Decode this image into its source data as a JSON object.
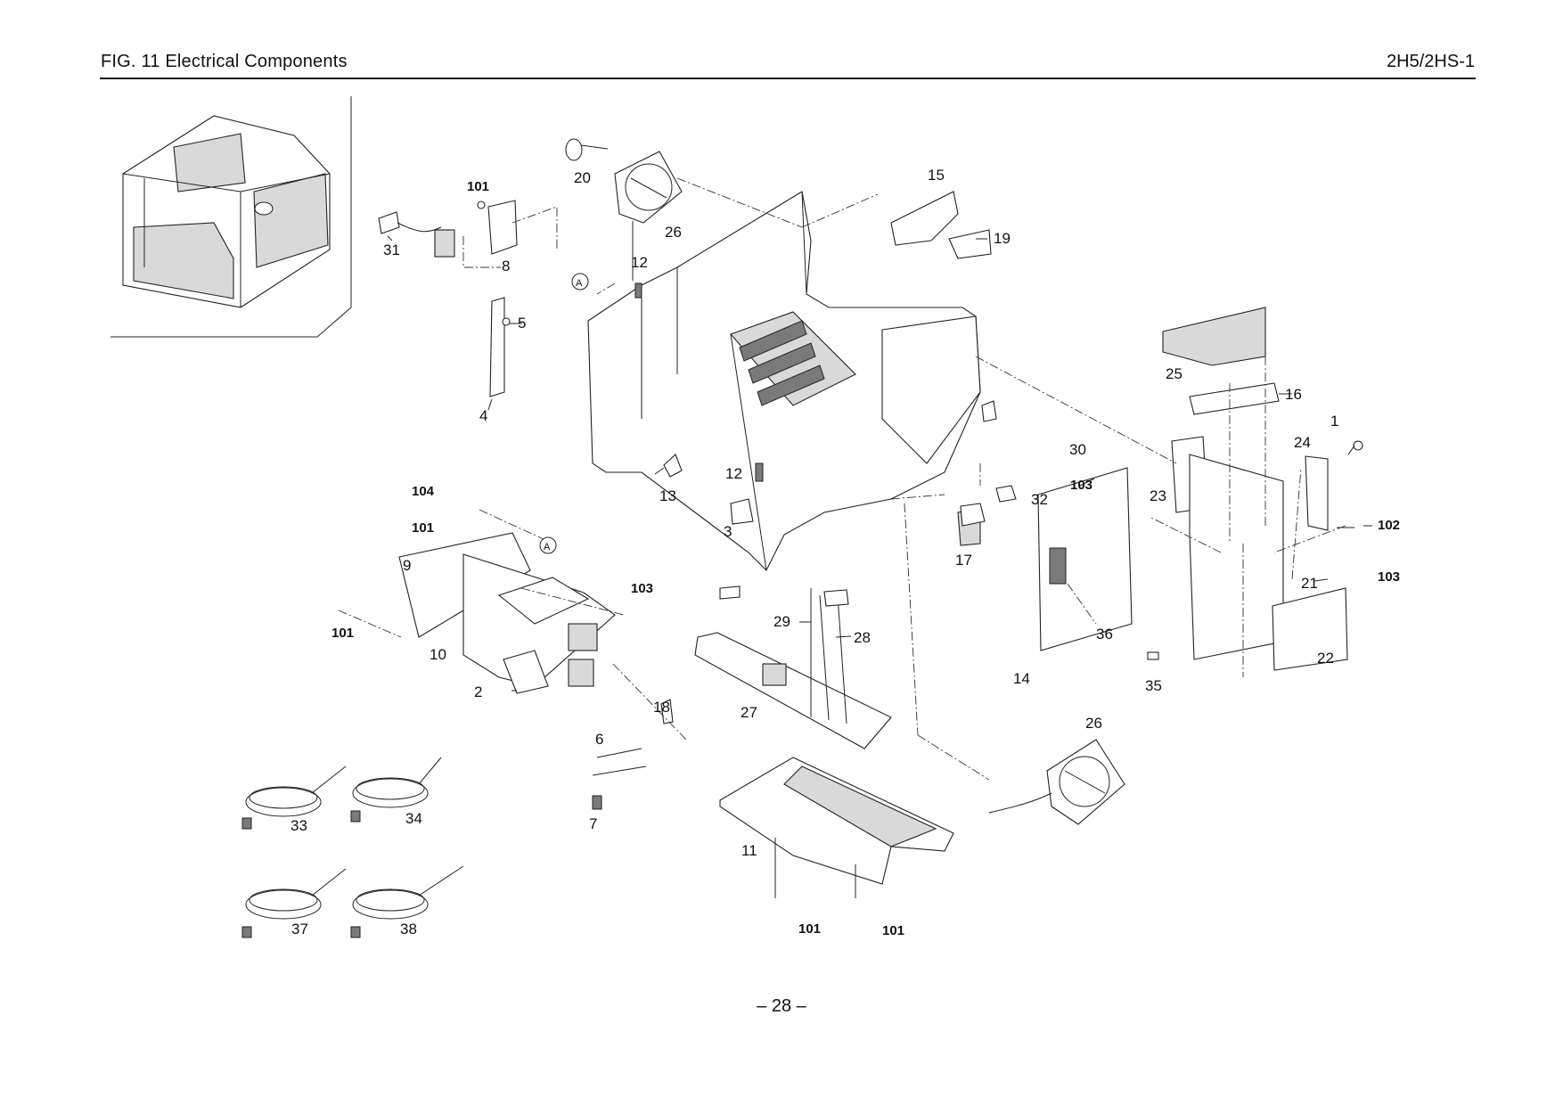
{
  "header": {
    "title": "FIG.  11  Electrical Components",
    "model": "2H5/2HS-1"
  },
  "footer": {
    "page": "– 28 –"
  },
  "callouts": {
    "c1": "1",
    "c2": "2",
    "c3": "3",
    "c4": "4",
    "c5": "5",
    "c6": "6",
    "c7": "7",
    "c8": "8",
    "c9": "9",
    "c10": "10",
    "c11": "11",
    "c12a": "12",
    "c12b": "12",
    "c13": "13",
    "c14": "14",
    "c15": "15",
    "c16": "16",
    "c17": "17",
    "c18": "18",
    "c19": "19",
    "c20": "20",
    "c21": "21",
    "c22": "22",
    "c23": "23",
    "c24": "24",
    "c25": "25",
    "c26a": "26",
    "c26b": "26",
    "c27": "27",
    "c28": "28",
    "c29": "29",
    "c30": "30",
    "c31": "31",
    "c32": "32",
    "c33": "33",
    "c34": "34",
    "c35": "35",
    "c36": "36",
    "c37": "37",
    "c38": "38",
    "s101a": "101",
    "s101b": "101",
    "s101c": "101",
    "s101d": "101",
    "s101e": "101",
    "s102": "102",
    "s103a": "103",
    "s103b": "103",
    "s103c": "103",
    "s104": "104",
    "refA1": "A",
    "refA2": "A"
  }
}
